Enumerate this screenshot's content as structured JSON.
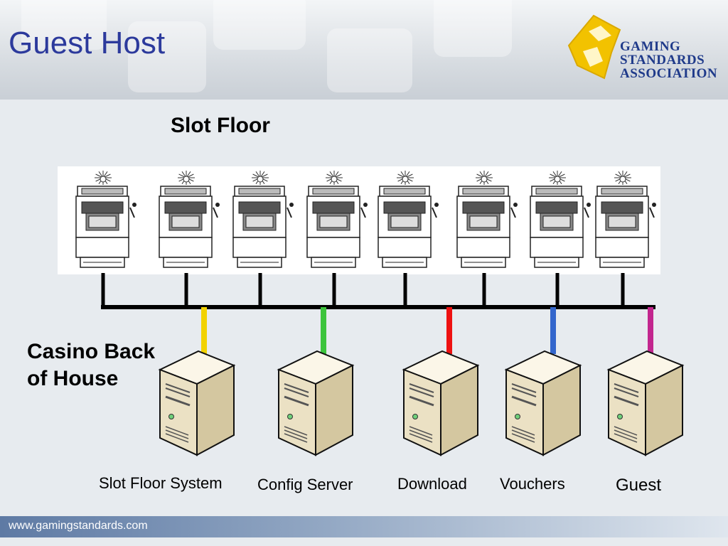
{
  "header": {
    "title": "Guest Host",
    "logo": {
      "line1": "GAMING",
      "line2": "STANDARDS",
      "line3": "ASSOCIATION",
      "mark_color": "#f2c200"
    }
  },
  "diagram": {
    "slot_floor_label": "Slot Floor",
    "back_of_house_line1": "Casino Back",
    "back_of_house_line2": "of House",
    "slot_machine_count": 8,
    "servers": [
      {
        "label": "Slot Floor System",
        "link_color": "#f2d200"
      },
      {
        "label": "Config Server",
        "link_color": "#3cc43c"
      },
      {
        "label": "Download",
        "link_color": "#ee1111"
      },
      {
        "label": "Vouchers",
        "link_color": "#3366cc"
      },
      {
        "label": "Guest",
        "link_color": "#c2268e"
      }
    ]
  },
  "footer": {
    "url": "www.gamingstandards.com"
  }
}
